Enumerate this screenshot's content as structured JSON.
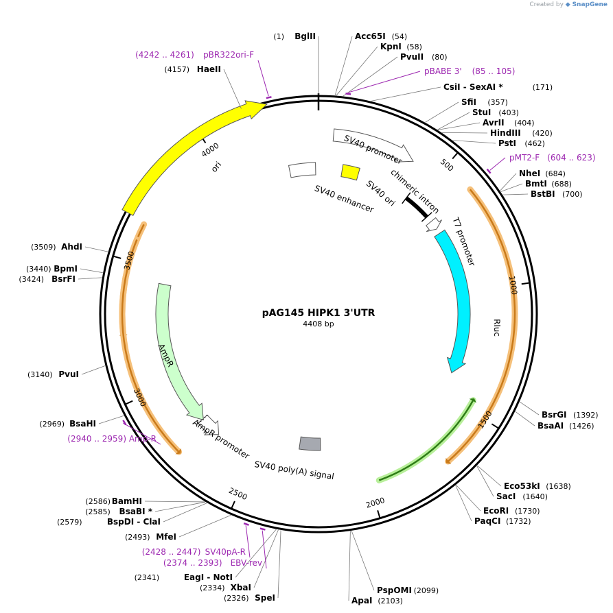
{
  "credit": {
    "prefix": "Created by",
    "brand": "SnapGene",
    "icon": "snapgene-logo-icon"
  },
  "plasmid": {
    "name": "pAG145 HIPK1 3'UTR",
    "length_label": "4408 bp",
    "length_bp": 4408
  },
  "colors": {
    "backbone": "#000000",
    "primer": "#9c27b0",
    "orange_band": "#f5c07a",
    "orange_line": "#c97a1a",
    "green_band": "#b8ef9a",
    "green_line": "#2e7d16",
    "ori": "#ffff00",
    "rluc": "#00f0ff",
    "ampr": "#ccffcc",
    "polya": "#a6a9b0",
    "sv40ori": "#ffff00",
    "open": "#ffffff",
    "intron": "#000000"
  },
  "ruler": [
    {
      "label": "500",
      "bp": 500
    },
    {
      "label": "1000",
      "bp": 1000
    },
    {
      "label": "1500",
      "bp": 1500
    },
    {
      "label": "2000",
      "bp": 2000
    },
    {
      "label": "2500",
      "bp": 2500
    },
    {
      "label": "3000",
      "bp": 3000
    },
    {
      "label": "3500",
      "bp": 3500
    },
    {
      "label": "4000",
      "bp": 4000
    }
  ],
  "sites": [
    {
      "name": "BglII",
      "pos": "(1)",
      "bp": 1,
      "side": "L"
    },
    {
      "name": "Acc65I",
      "pos": "(54)",
      "bp": 54,
      "side": "R"
    },
    {
      "name": "KpnI",
      "pos": "(58)",
      "bp": 58,
      "side": "R"
    },
    {
      "name": "PvuII",
      "pos": "(80)",
      "bp": 80,
      "side": "R"
    },
    {
      "name": "CsiI  -  SexAI *",
      "pos": "(171)",
      "bp": 171,
      "side": "R"
    },
    {
      "name": "SfiI",
      "pos": "(357)",
      "bp": 357,
      "side": "R"
    },
    {
      "name": "StuI",
      "pos": "(403)",
      "bp": 403,
      "side": "R"
    },
    {
      "name": "AvrII",
      "pos": "(404)",
      "bp": 404,
      "side": "R"
    },
    {
      "name": "HindIII",
      "pos": "(420)",
      "bp": 420,
      "side": "R"
    },
    {
      "name": "PstI",
      "pos": "(462)",
      "bp": 462,
      "side": "R"
    },
    {
      "name": "NheI",
      "pos": "(684)",
      "bp": 684,
      "side": "R"
    },
    {
      "name": "BmtI",
      "pos": "(688)",
      "bp": 688,
      "side": "R"
    },
    {
      "name": "BstBI",
      "pos": "(700)",
      "bp": 700,
      "side": "R"
    },
    {
      "name": "BsrGI",
      "pos": "(1392)",
      "bp": 1392,
      "side": "R"
    },
    {
      "name": "BsaAI",
      "pos": "(1426)",
      "bp": 1426,
      "side": "R"
    },
    {
      "name": "Eco53kI",
      "pos": "(1638)",
      "bp": 1638,
      "side": "R"
    },
    {
      "name": "SacI",
      "pos": "(1640)",
      "bp": 1640,
      "side": "R"
    },
    {
      "name": "EcoRI",
      "pos": "(1730)",
      "bp": 1730,
      "side": "R"
    },
    {
      "name": "PaqCI",
      "pos": "(1732)",
      "bp": 1732,
      "side": "R"
    },
    {
      "name": "PspOMI",
      "pos": "(2099)",
      "bp": 2099,
      "side": "R"
    },
    {
      "name": "ApaI",
      "pos": "(2103)",
      "bp": 2103,
      "side": "R"
    },
    {
      "name": "SpeI",
      "pos": "(2326)",
      "bp": 2326,
      "side": "L"
    },
    {
      "name": "XbaI",
      "pos": "(2334)",
      "bp": 2334,
      "side": "L"
    },
    {
      "name": "EagI  -  NotI",
      "pos": "(2341)",
      "bp": 2341,
      "side": "L"
    },
    {
      "name": "MfeI",
      "pos": "(2493)",
      "bp": 2493,
      "side": "L"
    },
    {
      "name": "BspDI  -  ClaI",
      "pos": "(2579)",
      "bp": 2579,
      "side": "L"
    },
    {
      "name": "BsaBI *",
      "pos": "(2585)",
      "bp": 2585,
      "side": "L"
    },
    {
      "name": "BamHI",
      "pos": "(2586)",
      "bp": 2586,
      "side": "L"
    },
    {
      "name": "BsaHI",
      "pos": "(2969)",
      "bp": 2969,
      "side": "L"
    },
    {
      "name": "PvuI",
      "pos": "(3140)",
      "bp": 3140,
      "side": "L"
    },
    {
      "name": "BsrFI",
      "pos": "(3424)",
      "bp": 3424,
      "side": "L"
    },
    {
      "name": "BpmI",
      "pos": "(3440)",
      "bp": 3440,
      "side": "L"
    },
    {
      "name": "AhdI",
      "pos": "(3509)",
      "bp": 3509,
      "side": "L"
    },
    {
      "name": "HaeII",
      "pos": "(4157)",
      "bp": 4157,
      "side": "L"
    }
  ],
  "primers": [
    {
      "name": "pBR322ori-F",
      "range": "(4242 .. 4261)",
      "bp": 4251,
      "side": "L"
    },
    {
      "name": "pBABE 3'",
      "range": "(85 .. 105)",
      "bp": 95,
      "side": "R"
    },
    {
      "name": "pMT2-F",
      "range": "(604 .. 623)",
      "bp": 613,
      "side": "R"
    },
    {
      "name": "Amp-R",
      "range": "(2940 .. 2959)",
      "bp": 2949,
      "side": "L"
    },
    {
      "name": "SV40pA-R",
      "range": "(2428 .. 2447)",
      "bp": 2437,
      "side": "L"
    },
    {
      "name": "EBV-rev",
      "range": "(2374 .. 2393)",
      "bp": 2383,
      "side": "L"
    }
  ],
  "features": [
    {
      "name": "ori",
      "kind": "arrow-cw",
      "start": 3650,
      "end": 4240,
      "r": 315,
      "color": "ori"
    },
    {
      "name": "SV40 promoter",
      "kind": "arrow-cw",
      "start": 60,
      "end": 390,
      "r": 262,
      "color": "open"
    },
    {
      "name": "SV40 enhancer",
      "kind": "box",
      "start": 4270,
      "end": 4395,
      "r": 212,
      "color": "open"
    },
    {
      "name": "SV40 ori",
      "kind": "box",
      "start": 115,
      "end": 195,
      "r": 212,
      "color": "sv40ori"
    },
    {
      "name": "chimeric intron",
      "kind": "bar",
      "start": 455,
      "end": 590,
      "r": 212,
      "color": "intron"
    },
    {
      "name": "T7 promoter",
      "kind": "arrow-cw",
      "start": 620,
      "end": 665,
      "r": 212,
      "color": "open"
    },
    {
      "name": "Rluc",
      "kind": "arrow-cw",
      "start": 690,
      "end": 1395,
      "r": 212,
      "color": "rluc"
    },
    {
      "name": "SV40 poly(A) signal",
      "kind": "box",
      "start": 2195,
      "end": 2305,
      "r": 190,
      "color": "polya"
    },
    {
      "name": "AmpR promoter",
      "kind": "arrow-ccw",
      "start": 2690,
      "end": 2790,
      "r": 228,
      "color": "open"
    },
    {
      "name": "AmpR",
      "kind": "arrow-ccw",
      "start": 2785,
      "end": 3440,
      "r": 228,
      "color": "ampr"
    }
  ]
}
